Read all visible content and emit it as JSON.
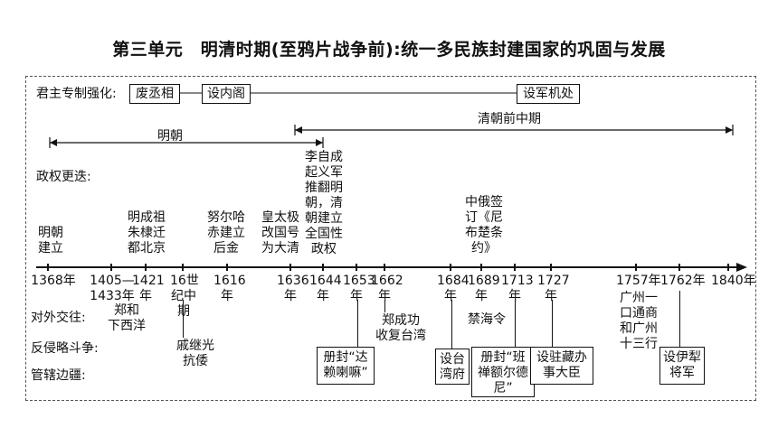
{
  "title": "第三单元　明清时期(至鸦片战争前):统一多民族封建国家的巩固与发展",
  "rows": {
    "autocracy": "君主专制强化:",
    "regime": "政权更迭:",
    "foreign": "对外交往:",
    "resistance": "反侵略斗争:",
    "frontier": "管辖边疆:"
  },
  "autocracy_boxes": {
    "abolish": "废丞相",
    "cabinet": "设内阁",
    "council": "设军机处"
  },
  "periods": {
    "ming": "明朝",
    "qing": "清朝前中期"
  },
  "regime_events": {
    "ming_founded": "明朝\n建立",
    "yongle": "明成祖\n朱棣迁\n都北京",
    "nurhaci": "努尔哈\n赤建立\n后金",
    "hongtaiji": "皇太极\n改国号\n为大清",
    "li_zicheng": "李自成\n起义军\n推翻明\n朝，清\n朝建立\n全国性\n政权",
    "nerchinsk": "中俄签\n订《尼\n布楚条\n约》"
  },
  "years": {
    "y1368": "1368年",
    "y1405": "1405—\n1433年",
    "y1421": "1421\n年",
    "y16c": "16世\n纪中\n期",
    "y1616": "1616\n年",
    "y1636": "1636\n年",
    "y1644": "1644\n年",
    "y1653": "1653\n年",
    "y1662": "1662\n年",
    "y1684": "1684\n年",
    "y1689": "1689\n年",
    "y1713": "1713\n年",
    "y1727": "1727\n年",
    "y1757": "1757年",
    "y1762": "1762年",
    "y1840": "1840年"
  },
  "lower_events": {
    "zhenghe": "郑和\n下西洋",
    "qijiguang": "戚继光\n抗倭",
    "zhengchenggong": "郑成功\n收复台湾",
    "haijin": "禁海令",
    "guangzhou": "广州一\n口通商\n和广州\n十三行"
  },
  "frontier_boxes": {
    "dalai": "册封“达\n赖喇嘛”",
    "taiwan": "设台\n湾府",
    "panchen": "册封“班\n禅额尔德\n尼”",
    "tibet": "设驻藏办\n事大臣",
    "yili": "设伊犁\n将军"
  }
}
